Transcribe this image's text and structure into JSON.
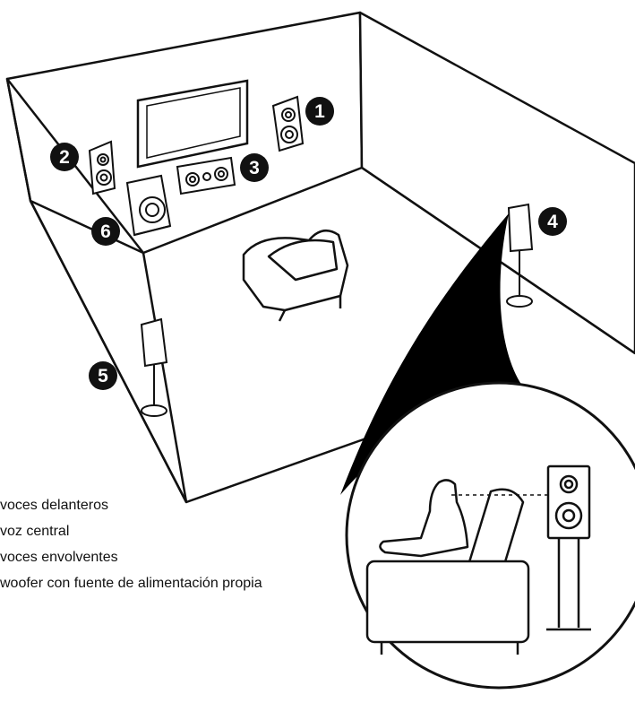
{
  "diagram": {
    "markers": [
      {
        "id": "1",
        "label": "1"
      },
      {
        "id": "2",
        "label": "2"
      },
      {
        "id": "3",
        "label": "3"
      },
      {
        "id": "4",
        "label": "4"
      },
      {
        "id": "5",
        "label": "5"
      },
      {
        "id": "6",
        "label": "6"
      }
    ],
    "legend": [
      "voces delanteros",
      "voz central",
      "voces envolventes",
      "woofer con fuente de alimentación propia"
    ]
  },
  "colors": {
    "line": "#111111",
    "fill": "#ffffff",
    "shadow": "#000000"
  }
}
